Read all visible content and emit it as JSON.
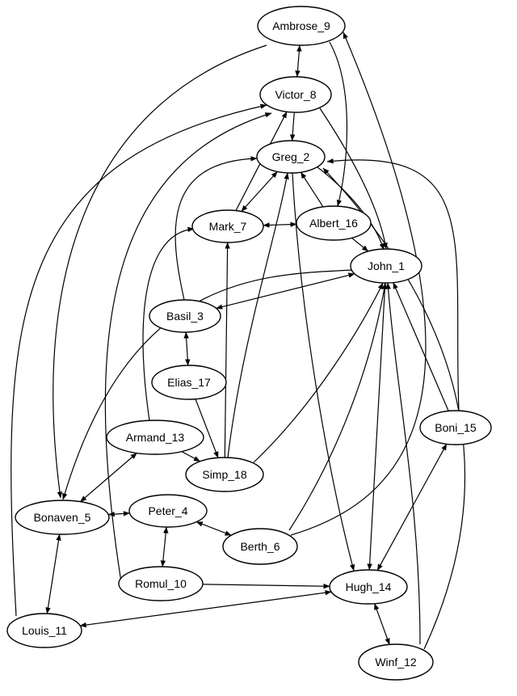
{
  "nodes": [
    {
      "id": "Ambrose_9",
      "label": "Ambrose_9"
    },
    {
      "id": "Victor_8",
      "label": "Victor_8"
    },
    {
      "id": "Greg_2",
      "label": "Greg_2"
    },
    {
      "id": "Mark_7",
      "label": "Mark_7"
    },
    {
      "id": "Albert_16",
      "label": "Albert_16"
    },
    {
      "id": "John_1",
      "label": "John_1"
    },
    {
      "id": "Basil_3",
      "label": "Basil_3"
    },
    {
      "id": "Elias_17",
      "label": "Elias_17"
    },
    {
      "id": "Armand_13",
      "label": "Armand_13"
    },
    {
      "id": "Simp_18",
      "label": "Simp_18"
    },
    {
      "id": "Boni_15",
      "label": "Boni_15"
    },
    {
      "id": "Bonaven_5",
      "label": "Bonaven_5"
    },
    {
      "id": "Peter_4",
      "label": "Peter_4"
    },
    {
      "id": "Berth_6",
      "label": "Berth_6"
    },
    {
      "id": "Romul_10",
      "label": "Romul_10"
    },
    {
      "id": "Hugh_14",
      "label": "Hugh_14"
    },
    {
      "id": "Louis_11",
      "label": "Louis_11"
    },
    {
      "id": "Winf_12",
      "label": "Winf_12"
    }
  ],
  "edges": [
    {
      "from": "Ambrose_9",
      "to": "Victor_8",
      "bidirectional": true
    },
    {
      "from": "Ambrose_9",
      "to": "Bonaven_5",
      "bidirectional": false
    },
    {
      "from": "Ambrose_9",
      "to": "Albert_16",
      "bidirectional": false
    },
    {
      "from": "Victor_8",
      "to": "Greg_2",
      "bidirectional": false
    },
    {
      "from": "Victor_8",
      "to": "John_1",
      "bidirectional": false
    },
    {
      "from": "Greg_2",
      "to": "Mark_7",
      "bidirectional": true
    },
    {
      "from": "Greg_2",
      "to": "John_1",
      "bidirectional": false
    },
    {
      "from": "Greg_2",
      "to": "Hugh_14",
      "bidirectional": false
    },
    {
      "from": "Albert_16",
      "to": "Greg_2",
      "bidirectional": false
    },
    {
      "from": "Albert_16",
      "to": "John_1",
      "bidirectional": false
    },
    {
      "from": "Mark_7",
      "to": "Albert_16",
      "bidirectional": true
    },
    {
      "from": "Mark_7",
      "to": "Victor_8",
      "bidirectional": false
    },
    {
      "from": "John_1",
      "to": "Basil_3",
      "bidirectional": true
    },
    {
      "from": "John_1",
      "to": "Bonaven_5",
      "bidirectional": false
    },
    {
      "from": "John_1",
      "to": "Hugh_14",
      "bidirectional": true
    },
    {
      "from": "Basil_3",
      "to": "Greg_2",
      "bidirectional": false
    },
    {
      "from": "Basil_3",
      "to": "Elias_17",
      "bidirectional": true
    },
    {
      "from": "Elias_17",
      "to": "Simp_18",
      "bidirectional": false
    },
    {
      "from": "Armand_13",
      "to": "Mark_7",
      "bidirectional": false
    },
    {
      "from": "Armand_13",
      "to": "Simp_18",
      "bidirectional": false
    },
    {
      "from": "Armand_13",
      "to": "Bonaven_5",
      "bidirectional": true
    },
    {
      "from": "Simp_18",
      "to": "Mark_7",
      "bidirectional": false
    },
    {
      "from": "Simp_18",
      "to": "Greg_2",
      "bidirectional": false
    },
    {
      "from": "Simp_18",
      "to": "John_1",
      "bidirectional": false
    },
    {
      "from": "Boni_15",
      "to": "John_1",
      "bidirectional": false
    },
    {
      "from": "Boni_15",
      "to": "Greg_2",
      "bidirectional": false
    },
    {
      "from": "Boni_15",
      "to": "Hugh_14",
      "bidirectional": true
    },
    {
      "from": "Bonaven_5",
      "to": "Peter_4",
      "bidirectional": true
    },
    {
      "from": "Bonaven_5",
      "to": "Louis_11",
      "bidirectional": true
    },
    {
      "from": "Peter_4",
      "to": "Berth_6",
      "bidirectional": true
    },
    {
      "from": "Peter_4",
      "to": "Romul_10",
      "bidirectional": true
    },
    {
      "from": "Berth_6",
      "to": "John_1",
      "bidirectional": false
    },
    {
      "from": "Berth_6",
      "to": "Ambrose_9",
      "bidirectional": false
    },
    {
      "from": "Romul_10",
      "to": "Victor_8",
      "bidirectional": false
    },
    {
      "from": "Romul_10",
      "to": "Hugh_14",
      "bidirectional": false
    },
    {
      "from": "Louis_11",
      "to": "Victor_8",
      "bidirectional": false
    },
    {
      "from": "Louis_11",
      "to": "Hugh_14",
      "bidirectional": true
    },
    {
      "from": "Hugh_14",
      "to": "Winf_12",
      "bidirectional": true
    },
    {
      "from": "Winf_12",
      "to": "John_1",
      "bidirectional": false
    },
    {
      "from": "Winf_12",
      "to": "Greg_2",
      "bidirectional": false
    }
  ]
}
